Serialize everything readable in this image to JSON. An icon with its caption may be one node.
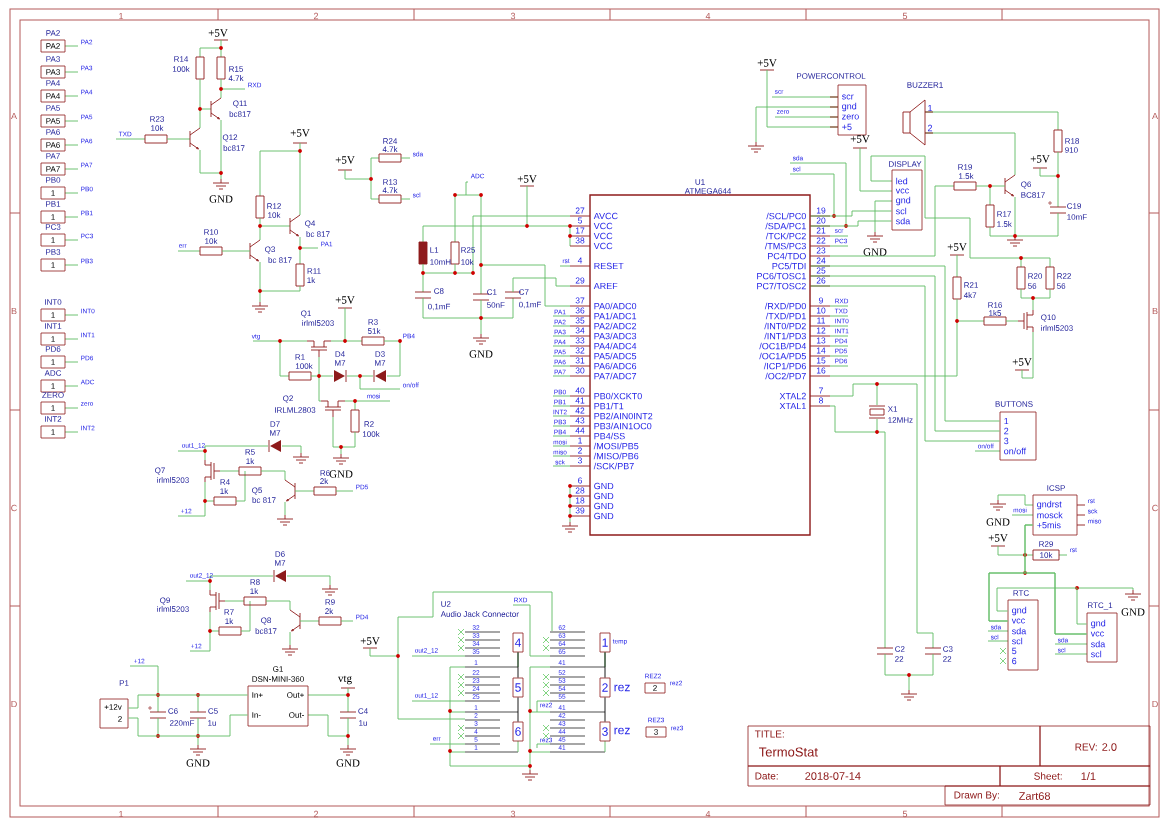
{
  "diagram": {
    "nodes": [
      {
        "text": [
          "PA2",
          "PA2"
        ],
        "beside": [
          "PA2"
        ]
      },
      {
        "text": [
          "PA3",
          "PA3"
        ],
        "beside": [
          "PA3"
        ]
      },
      {
        "text": [
          "PA4",
          "PA4"
        ],
        "beside": [
          "PA4"
        ]
      },
      {
        "text": [
          "PA5",
          "PA5"
        ],
        "beside": [
          "PA5"
        ]
      },
      {
        "text": [
          "PA6",
          "PA6"
        ],
        "beside": [
          "PA6"
        ]
      },
      {
        "text": [
          "PA7",
          "PA7"
        ],
        "beside": [
          "PA7"
        ]
      },
      {
        "text": [
          "PB0",
          "1"
        ],
        "beside": [
          "PB0"
        ]
      },
      {
        "text": [
          "PB1",
          "1"
        ],
        "beside": [
          "PB1"
        ]
      },
      {
        "text": [
          "PC3",
          "1"
        ],
        "beside": [
          "PC3"
        ]
      },
      {
        "text": [
          "PB3",
          "1"
        ],
        "beside": [
          "PB3"
        ]
      },
      {
        "text": [
          "INT0",
          "1"
        ],
        "beside": [
          "INT0"
        ]
      },
      {
        "text": [
          "INT1",
          "1"
        ],
        "beside": [
          "INT1"
        ]
      },
      {
        "text": [
          "PD6",
          "1"
        ],
        "beside": [
          "PD6"
        ]
      },
      {
        "text": [
          "ADC",
          "1"
        ],
        "beside": [
          "ADC"
        ]
      },
      {
        "text": [
          "ZERO",
          "1"
        ],
        "beside": [
          "zero"
        ]
      },
      {
        "text": [
          "INT2",
          "1"
        ],
        "beside": [
          "INT2"
        ]
      },
      {
        "text": [
          "P1",
          "+12v",
          "2"
        ]
      },
      {
        "text": [
          "G1",
          "DSN-MINI-360",
          "In+",
          "Out+",
          "In-",
          "Out-"
        ]
      },
      {
        "text": [
          "U1",
          "ATMEGA644",
          "AVCC",
          "VCC",
          "VCC",
          "VCC",
          "RESET",
          "AREF",
          "PA0/ADC0",
          "PA1/ADC1",
          "PA2/ADC2",
          "PA3/ADC3",
          "PA4/ADC4",
          "PA5/ADC5",
          "PA6/ADC6",
          "PA7/ADC7",
          "PB0/XCKT0",
          "PB1/T1",
          "PB2/AIN0INT2",
          "PB3/AIN1OC0",
          "PB4/SS",
          "/MOSI/PB5",
          "/MISO/PB6",
          "/SCK/PB7",
          "GND",
          "GND",
          "GND",
          "GND",
          "/SCL/PC0",
          "/SDA/PC1",
          "/TCK/PC2",
          "/TMS/PC3",
          "PC4/TDO",
          "PC5/TDI",
          "PC6/TOSC1",
          "PC7/TOSC2",
          "/RXD/PD0",
          "/TXD/PD1",
          "/INT0/PD2",
          "/INT1/PD3",
          "/OC1B/PD4",
          "/OC1A/PD5",
          "/ICP1/PD6",
          "/OC2/PD7",
          "XTAL2",
          "XTAL1"
        ],
        "beside": [
          "27",
          "5",
          "17",
          "38",
          "4",
          "29",
          "37",
          "36",
          "35",
          "34",
          "33",
          "32",
          "31",
          "30",
          "40",
          "41",
          "42",
          "43",
          "44",
          "1",
          "2",
          "3",
          "6",
          "28",
          "18",
          "39",
          "19",
          "20",
          "21",
          "22",
          "23",
          "24",
          "25",
          "26",
          "9",
          "10",
          "11",
          "12",
          "13",
          "14",
          "15",
          "16",
          "7",
          "8"
        ]
      },
      {
        "text": [
          "POWERCONTROL",
          "scr",
          "gnd",
          "zero",
          "+5"
        ]
      },
      {
        "text": [
          "BUZZER1",
          "1",
          "2"
        ]
      },
      {
        "text": [
          "DISPLAY",
          "led",
          "vcc",
          "gnd",
          "scl",
          "sda"
        ]
      },
      {
        "text": [
          "BUTTONS",
          "1",
          "2",
          "3",
          "on/off"
        ]
      },
      {
        "text": [
          "ICSP",
          "gndrst",
          "mosck",
          "+5mis"
        ]
      },
      {
        "text": [
          "RTC",
          "gnd",
          "vcc",
          "sda",
          "scl",
          "5",
          "6"
        ]
      },
      {
        "text": [
          "RTC_1",
          "gnd",
          "vcc",
          "sda",
          "scl"
        ]
      },
      {
        "text": [
          "REZ2",
          "2"
        ],
        "beside": [
          "rez2"
        ]
      },
      {
        "text": [
          "REZ3",
          "3"
        ],
        "beside": [
          "rez3"
        ]
      },
      {
        "text": [
          "4"
        ]
      },
      {
        "text": [
          "5"
        ]
      },
      {
        "text": [
          "6"
        ]
      },
      {
        "text": [
          "1"
        ],
        "beside": [
          "temp"
        ]
      },
      {
        "text": [
          "2"
        ],
        "beside": [
          "rez"
        ]
      },
      {
        "text": [
          "3"
        ],
        "beside": [
          "rez"
        ]
      },
      {
        "text": [
          "TITLE:",
          "TermoStat"
        ]
      },
      {
        "text": [
          "REV:",
          "2.0"
        ]
      },
      {
        "text": [
          "Date:",
          "2018-07-14"
        ]
      },
      {
        "text": [
          "Sheet:",
          "1/1"
        ]
      },
      {
        "text": [
          "Drawn By:",
          "Zart68"
        ]
      }
    ],
    "edges": [
      {
        "from": 18,
        "to": 21,
        "arrow": "none"
      },
      {
        "from": 18,
        "to": 21,
        "arrow": "none"
      },
      {
        "from": 18,
        "to": 22,
        "arrow": "none"
      },
      {
        "from": 18,
        "to": 22,
        "arrow": "none"
      },
      {
        "from": 18,
        "to": 22,
        "arrow": "none"
      },
      {
        "from": 28,
        "to": 29,
        "arrow": "none",
        "color": "#000000"
      },
      {
        "from": 29,
        "to": 30,
        "arrow": "none",
        "color": "#000000"
      },
      {
        "from": 31,
        "to": 32,
        "arrow": "none",
        "color": "#000000"
      },
      {
        "from": 32,
        "to": 33,
        "arrow": "none",
        "color": "#000000"
      },
      {
        "from": 24,
        "to": 25,
        "arrow": "none"
      },
      {
        "from": 23,
        "to": 24,
        "arrow": "none"
      },
      {
        "from": 23,
        "to": 25,
        "arrow": "none"
      },
      {
        "from": 24,
        "to": 25,
        "arrow": "none"
      },
      {
        "from": 16,
        "to": 17,
        "arrow": "none"
      },
      {
        "from": 16,
        "to": 17,
        "arrow": "none"
      }
    ],
    "labels": [
      "1",
      "2",
      "3",
      "4",
      "5",
      "1",
      "2",
      "3",
      "4",
      "5",
      "A",
      "B",
      "C",
      "D",
      "A",
      "B",
      "C",
      "D",
      "+5V",
      "R14",
      "100k",
      "R15",
      "4.7k",
      "RXD",
      "Q11",
      "bc817",
      "R23",
      "10k",
      "TXD",
      "Q12",
      "bc817",
      "GND",
      "+5V",
      "R12",
      "10k",
      "Q4",
      "bc 817",
      "PA1",
      "R10",
      "10k",
      "err",
      "Q3",
      "bc 817",
      "R11",
      "1k",
      "R24",
      "4.7k",
      "sda",
      "+5V",
      "R13",
      "4.7k",
      "scl",
      "+5V",
      "Q1",
      "irlml5203",
      "R3",
      "51k",
      "vtg",
      "PB4",
      "R1",
      "100k",
      "D4",
      "M7",
      "D3",
      "M7",
      "on/off",
      "mosi",
      "Q2",
      "IRLML2803",
      "R2",
      "100k",
      "GND",
      "D7",
      "M7",
      "out1_12",
      "R5",
      "1k",
      "Q7",
      "irlml5203",
      "R4",
      "1k",
      "Q5",
      "bc 817",
      "R6",
      "2k",
      "PD5",
      "+12",
      "D6",
      "M7",
      "out2_12",
      "R8",
      "1k",
      "Q9",
      "irlml5203",
      "R7",
      "1k",
      "Q8",
      "bc817",
      "R9",
      "2k",
      "PD4",
      "+12",
      "+12",
      "C6",
      "220mF",
      "C5",
      "1u",
      "vtg",
      "C4",
      "1u",
      "GND",
      "GND",
      "+5V",
      "ADC",
      "+5V",
      "L1",
      "10mH",
      "R25",
      "10k",
      "C8",
      "0,1mF",
      "C1",
      "50nF",
      "C7",
      "0,1mF",
      "GND",
      "rst",
      "PA1",
      "PA2",
      "PA3",
      "PA4",
      "PA5",
      "PA6",
      "PA7",
      "PB0",
      "PB1",
      "INT2",
      "PB3",
      "PB4",
      "mosi",
      "miso",
      "sck",
      "scr",
      "PC3",
      "RXD",
      "TXD",
      "INT0",
      "INT1",
      "PD4",
      "PD5",
      "PD6",
      "sda",
      "scl",
      "+5V",
      "scr",
      "zero",
      "+5V",
      "GND",
      "R19",
      "1.5k",
      "Q6",
      "BC817",
      "R17",
      "1.5k",
      "+5V",
      "R18",
      "910",
      "C19",
      "10mF",
      "+5V",
      "R21",
      "4k7",
      "R20",
      "56",
      "R22",
      "56",
      "R16",
      "1k5",
      "Q10",
      "irlml5203",
      "+5V",
      "X1",
      "12MHz",
      "on/off",
      "C2",
      "22",
      "C3",
      "22",
      "mosi",
      "rst",
      "sck",
      "miso",
      "GND",
      "+5V",
      "R29",
      "10k",
      "rst",
      "GND",
      "sda",
      "scl",
      "sda",
      "scl",
      "RXD",
      "U2",
      "Audio Jack Connector",
      "out2_12",
      "out1_12",
      "err",
      "32",
      "33",
      "34",
      "35",
      "1",
      "22",
      "23",
      "24",
      "25",
      "1",
      "2",
      "3",
      "4",
      "5",
      "1",
      "62",
      "63",
      "64",
      "65",
      "41",
      "52",
      "53",
      "54",
      "55",
      "41",
      "42",
      "43",
      "44",
      "45",
      "41",
      "rez2",
      "rez3"
    ]
  }
}
